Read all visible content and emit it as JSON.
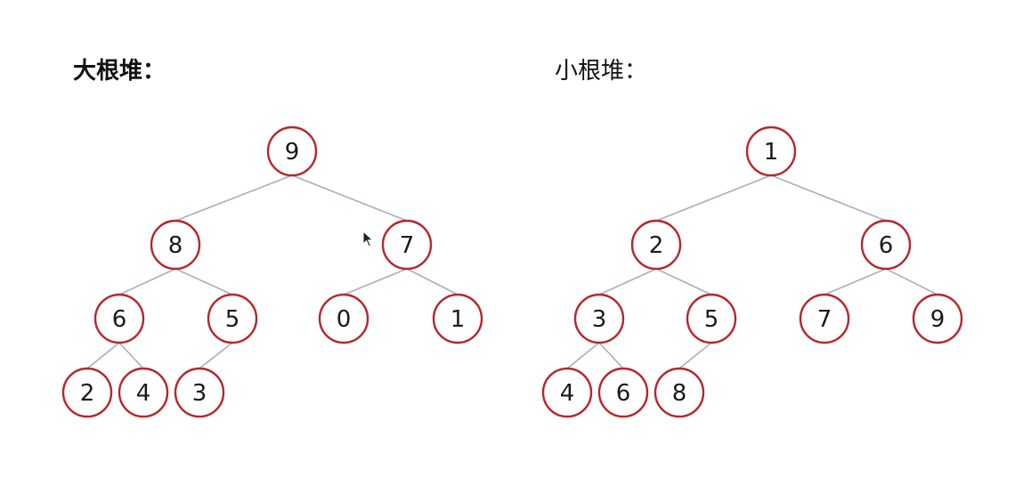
{
  "max_heap": {
    "title": "大根堆：",
    "values": [
      "9",
      "8",
      "7",
      "6",
      "5",
      "0",
      "1",
      "2",
      "4",
      "3"
    ]
  },
  "min_heap": {
    "title": "小根堆：",
    "values": [
      "1",
      "2",
      "6",
      "3",
      "5",
      "7",
      "9",
      "4",
      "6",
      "8"
    ]
  },
  "colors": {
    "node_border": "#b5272b",
    "edge": "#a5b0bd",
    "text": "#1a1a1a"
  }
}
